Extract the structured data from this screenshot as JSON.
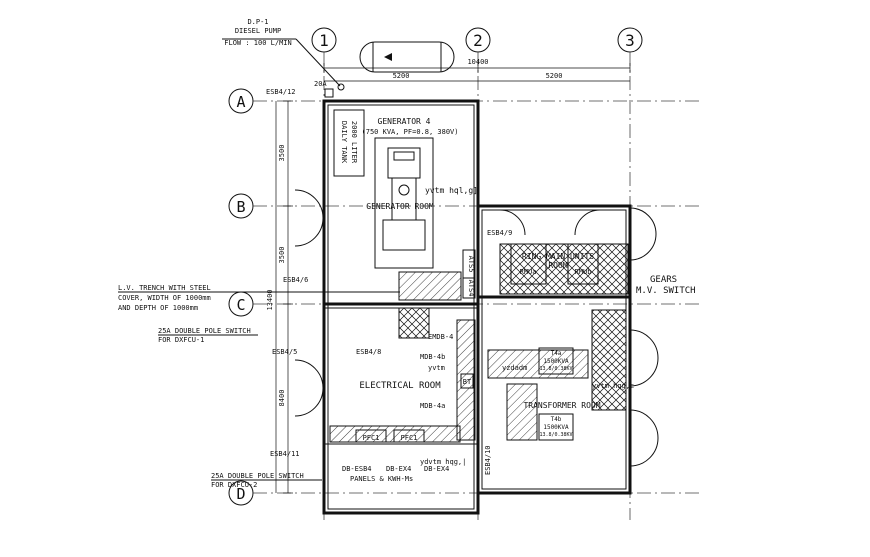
{
  "grid": {
    "columns": [
      "1",
      "2",
      "3"
    ],
    "rows": [
      "A",
      "B",
      "C",
      "D"
    ]
  },
  "dimensions": {
    "span_1_2": "5200",
    "span_2_3": "5200",
    "overall_1_3": "10400",
    "row_a_b": "3500",
    "row_b_c": "3500",
    "row_c_d": "8400",
    "overall_a_d": "13400"
  },
  "labels": {
    "pump_tag": "D.P-1",
    "pump_name": "DIESEL PUMP",
    "pump_flow": "FLOW : 100 L/MIN",
    "esb_12": "ESB4/12",
    "valve_20a": "20A",
    "daily_tank_1": "DAILY TANK",
    "daily_tank_2": "2000 LITER",
    "generator_1": "GENERATOR 4",
    "generator_2": "(750 KVA, PF=0.8, 380V)",
    "generator_room": "GENERATOR ROOM",
    "yvtm_top": "yvtm hql,g]",
    "esb_9": "ESB4/9",
    "esb_6": "ESB4/6",
    "esb_5": "ESB4/5",
    "esb_8": "ESB4/8",
    "esb_11": "ESB4/11",
    "esb_10": "ESB4/10",
    "ats5": "ATS5",
    "ats4": "ATS4",
    "rmu_room_1": "RING MAIN UNITS",
    "rmu_room_2": "ROOM",
    "rmu_a": "RMUa",
    "rmu_b": "RMUb",
    "gears_1": "GEARS",
    "gears_2": "M.V. SWITCH",
    "trench_1": "L.V. TRENCH WITH STEEL",
    "trench_2": "COVER, WIDTH OF 1000mm",
    "trench_3": "AND DEPTH OF 1000mm",
    "switch_top_1": "25A DOUBLE POLE SWITCH",
    "switch_top_2": "FOR DXFCU-1",
    "switch_bottom_1": "25A DOUBLE POLE SWITCH",
    "switch_bottom_2": "FOR DXFCU-2",
    "emdb4": "EMDB-4",
    "mdb4b": "MDB-4b",
    "mdb4a": "MDB-4a",
    "yvtm_mid": "yvtm",
    "bt": "BT",
    "electrical_room": "ELECTRICAL ROOM",
    "pfc1": "PFC1",
    "pfc2": "PFC1",
    "db_esb4": "DB-ESB4",
    "db_ex4": "DB-EX4",
    "db_ex4b": "DB-EX4",
    "panels": "PANELS & KWH-Ms",
    "yvtm_bottom": "ydvtm hqg,|",
    "transformer_room": "TRANSFORMER ROOM",
    "yvtm_transformer": "yvtm hqg,c",
    "yzdadm": "yzdadm",
    "t4a": "T4a",
    "t4a_rating_1": "1500KVA",
    "t4a_rating_2": "13.8/0.38KV",
    "t4b": "T4b",
    "t4b_rating_1": "1500KVA",
    "t4b_rating_2": "13.8/0.38KV"
  },
  "colors": {
    "ink": "#111111",
    "paper": "#ffffff"
  }
}
